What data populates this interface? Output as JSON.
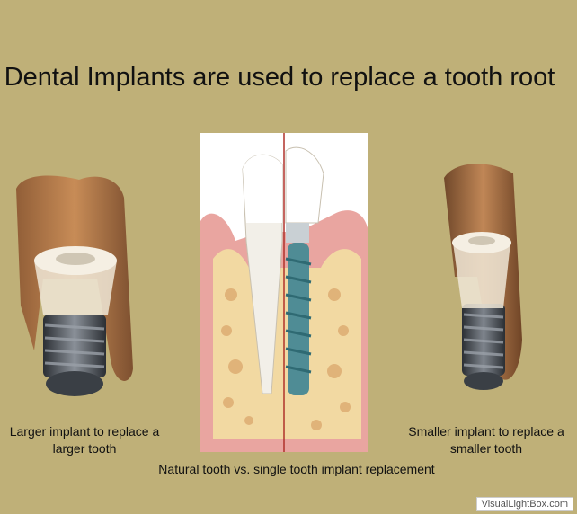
{
  "title": "Dental Implants are used to replace a tooth root",
  "captions": {
    "left": "Larger implant to replace a larger tooth",
    "right": "Smaller implant to replace a smaller tooth",
    "bottom": "Natural tooth vs. single tooth implant replacement"
  },
  "watermark": "VisualLightBox.com",
  "colors": {
    "background": "#bfb078",
    "crown": "#a86a3a",
    "abutment": "#efe6d6",
    "implant_metal": "#3a3f45",
    "gum": "#e9a5a0",
    "bone": "#f2d9a2",
    "implant_blue": "#4f8c95"
  }
}
